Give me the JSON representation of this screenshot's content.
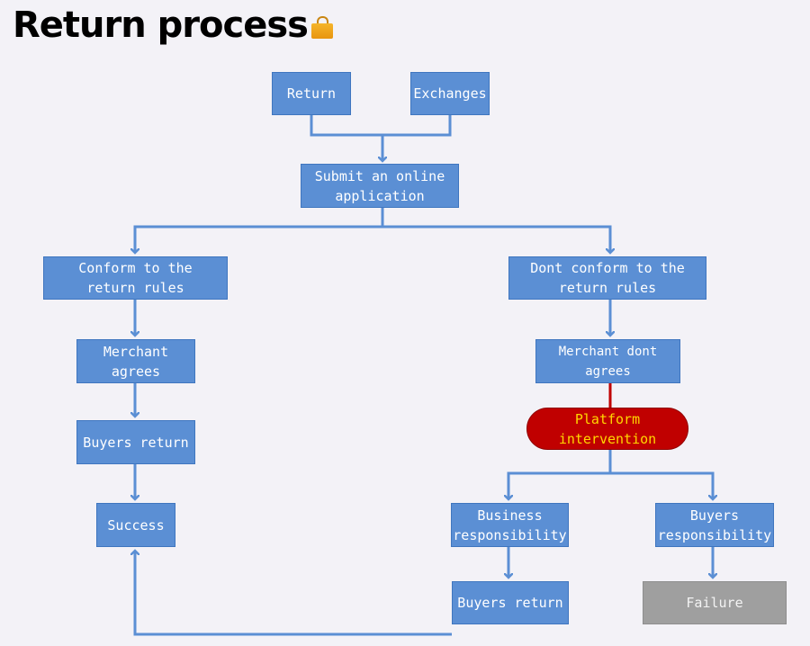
{
  "title": "Return process",
  "title_icon": "shopping-bag-icon",
  "colors": {
    "box_fill": "#5b8fd4",
    "box_text": "#ffffff",
    "connector": "#5b8fd4",
    "platform_fill": "#c00000",
    "platform_text": "#ffd700",
    "failure_fill": "#9f9f9f",
    "background": "#f3f2f7"
  },
  "nodes": {
    "return": "Return",
    "exchanges": "Exchanges",
    "submit": "Submit an online\napplication",
    "conform": "Conform to the\nreturn rules",
    "dont_conform": "Dont conform to the\nreturn rules",
    "merchant_agrees": "Merchant agrees",
    "merchant_dont_agrees": "Merchant dont agrees",
    "buyers_return_left": "Buyers return",
    "success": "Success",
    "platform": "Platform\nintervention",
    "business_responsibility": "Business\nresponsibility",
    "buyers_responsibility": "Buyers\nresponsibility",
    "buyers_return_right": "Buyers return",
    "failure": "Failure"
  }
}
